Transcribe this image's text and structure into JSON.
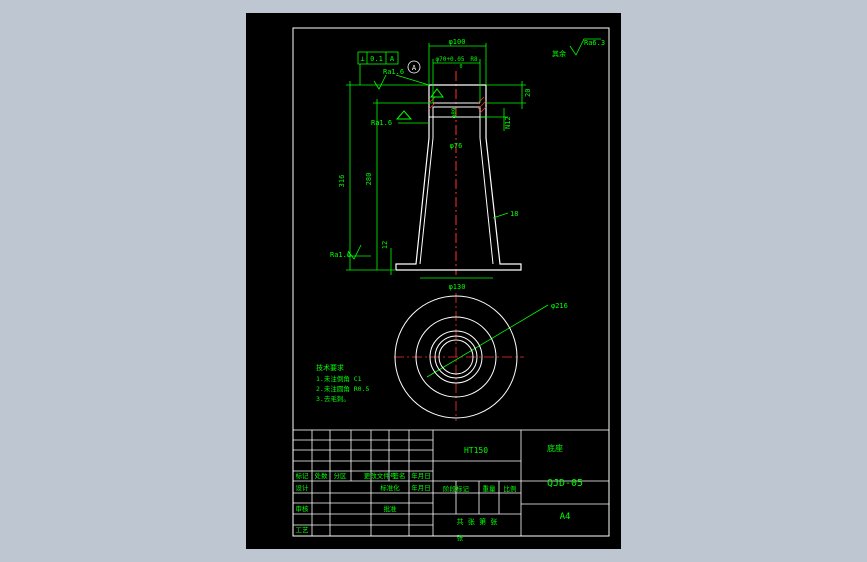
{
  "drawing": {
    "dimensions": {
      "top_outer_dia": "φ100",
      "bore_dia": "φ70+0.05",
      "bore_tol_lower": "0",
      "r8": "R8",
      "top_height": "20",
      "shoulder_height": "N12",
      "inner_dia": "φ89",
      "neck_dia": "φ76",
      "total_height": "316",
      "body_height": "280",
      "base_height": "12",
      "wall_thickness": "18",
      "base_dia": "φ130",
      "flange_dia": "φ216"
    },
    "surface_marks": {
      "ra_top": "Ra1.6",
      "ra_mid": "Ra1.6",
      "ra_bottom": "Ra1.6",
      "ra_general": "Ra6.3",
      "other_label": "其余"
    },
    "tolerance_frame": {
      "symbol": "⊥",
      "value": "0.1",
      "datum": "A"
    },
    "datum_label": "A",
    "tech_requirements": {
      "title": "技术要求",
      "line1": "1.未注倒角 C1",
      "line2": "2.未注圆角 R0.5",
      "line3": "3.去毛刺。"
    },
    "title_block": {
      "material": "HT150",
      "part_name": "底座",
      "drawing_no": "QJD-05",
      "sheet_size": "A4",
      "row_a": [
        "标记",
        "处数",
        "分区",
        "更改文件号",
        "签名",
        "年月日"
      ],
      "row_b": [
        "设计",
        "",
        "标准化",
        "",
        "年月日"
      ],
      "row_c": [
        "审核",
        "",
        "",
        "",
        ""
      ],
      "row_d": [
        "工艺",
        "",
        "批准",
        ""
      ],
      "stage_label": "阶段标记",
      "weight_label": "重量",
      "scale_label": "比例",
      "sheets_label": "共 张 第 张",
      "sheet_mark": "张"
    }
  }
}
